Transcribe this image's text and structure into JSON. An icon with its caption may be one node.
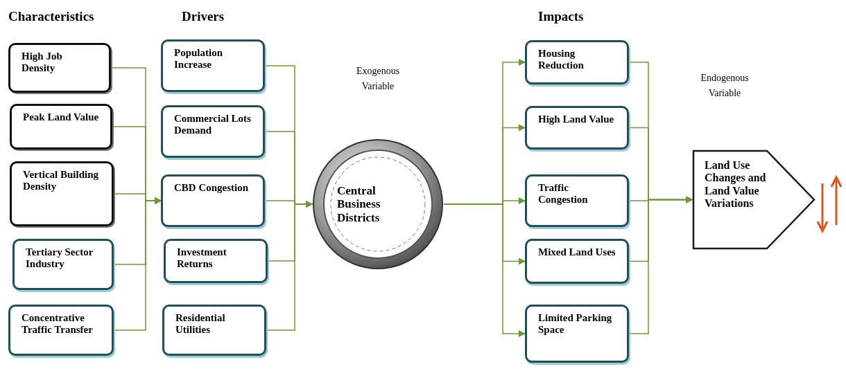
{
  "diagram": {
    "nodes": [
      {
        "text": [
          "High Job Density"
        ]
      },
      {
        "text": [
          "Peak Land Value"
        ]
      },
      {
        "text": [
          "Vertical Building Density"
        ]
      },
      {
        "text": [
          "Tertiary Sector Industry"
        ]
      },
      {
        "text": [
          "Concentrative Traffic Transfer"
        ]
      },
      {
        "text": [
          "Population Increase"
        ]
      },
      {
        "text": [
          "Commercial Lots Demand"
        ]
      },
      {
        "text": [
          "CBD Congestion"
        ]
      },
      {
        "text": [
          "Investment Returns"
        ]
      },
      {
        "text": [
          "Residential Utilities"
        ]
      },
      {
        "text": [
          "Central Business Districts"
        ]
      },
      {
        "text": [
          "Housing Reduction"
        ]
      },
      {
        "text": [
          "High Land Value"
        ]
      },
      {
        "text": [
          "Traffic Congestion"
        ]
      },
      {
        "text": [
          "Mixed Land Uses"
        ]
      },
      {
        "text": [
          "Limited Parking Space"
        ]
      },
      {
        "text": [
          "Land Use Changes and Land Value Variations"
        ]
      }
    ],
    "edges": [
      {
        "from": 0,
        "to": 7,
        "arrow": "to"
      },
      {
        "from": 1,
        "to": 7,
        "arrow": "to"
      },
      {
        "from": 2,
        "to": 7,
        "arrow": "to"
      },
      {
        "from": 3,
        "to": 7,
        "arrow": "to"
      },
      {
        "from": 4,
        "to": 7,
        "arrow": "to"
      },
      {
        "from": 5,
        "to": 10,
        "arrow": "to"
      },
      {
        "from": 6,
        "to": 10,
        "arrow": "to"
      },
      {
        "from": 7,
        "to": 10,
        "arrow": "to"
      },
      {
        "from": 8,
        "to": 10,
        "arrow": "to"
      },
      {
        "from": 9,
        "to": 10,
        "arrow": "to"
      },
      {
        "from": 10,
        "to": 11,
        "arrow": "to"
      },
      {
        "from": 10,
        "to": 12,
        "arrow": "to"
      },
      {
        "from": 10,
        "to": 13,
        "arrow": "to"
      },
      {
        "from": 10,
        "to": 14,
        "arrow": "to"
      },
      {
        "from": 10,
        "to": 15,
        "arrow": "to"
      },
      {
        "from": 11,
        "to": 16,
        "arrow": "to"
      },
      {
        "from": 12,
        "to": 16,
        "arrow": "to"
      },
      {
        "from": 13,
        "to": 16,
        "arrow": "to"
      },
      {
        "from": 14,
        "to": 16,
        "arrow": "to"
      },
      {
        "from": 15,
        "to": 16,
        "arrow": "to"
      }
    ],
    "labels": [
      "Characteristics",
      "Drivers",
      "Impacts",
      "Exogenous Variable",
      "Endogenous Variable"
    ]
  }
}
